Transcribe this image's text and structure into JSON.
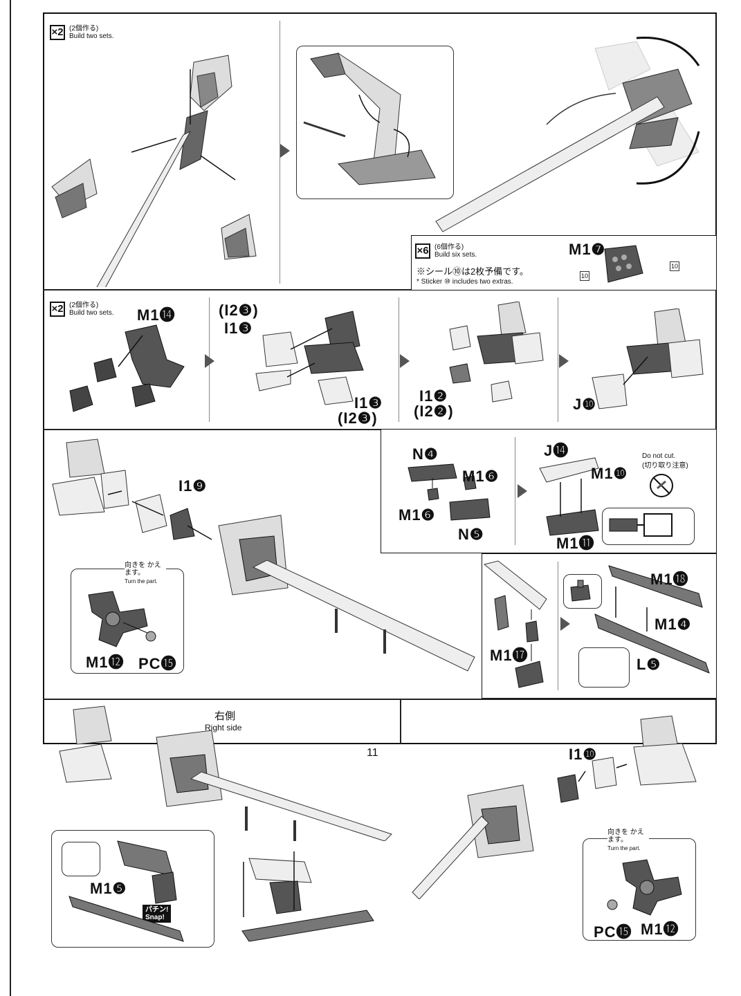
{
  "page_number": "11",
  "top_left": {
    "badge": "×2",
    "jp": "(2個作る)",
    "en": "Build two sets."
  },
  "six_sets": {
    "badge": "×6",
    "jp": "(6個作る)",
    "en": "Build six sets.",
    "sticker_jp": "※シール⑩は2枚予備です。",
    "sticker_en": "* Sticker ⑩ includes two extras.",
    "part": "M1❼",
    "sticker_no": "10"
  },
  "row2": {
    "badge": "×2",
    "jp": "(2個作る)",
    "en": "Build two sets.",
    "part_m1_14": "M1⓮",
    "part_i2_3a": "(I2❸)",
    "part_i1_3a": "I1❸",
    "part_i1_3b": "I1❸",
    "part_i2_3b": "(I2❸)",
    "part_i1_2": "I1❷",
    "part_i2_2": "(I2❷)",
    "part_j10": "J❿"
  },
  "row3": {
    "part_i1_9": "I1❾",
    "turn_jp": "向きを かえます。",
    "turn_en": "Turn the part.",
    "part_m1_12": "M1⓬",
    "part_pc15": "PC⓯",
    "part_n4": "N❹",
    "part_m1_6a": "M1❻",
    "part_m1_6b": "M1❻",
    "part_n5": "N❺",
    "part_j14": "J⓮",
    "part_m1_10": "M1❿",
    "part_m1_11": "M1⓫",
    "do_not_cut_en": "Do not cut.",
    "do_not_cut_jp": "(切り取り注意)",
    "part_m1_18": "M1⓲",
    "part_m1_4": "M1❹",
    "part_m1_17": "M1⓱",
    "part_l5": "L❺"
  },
  "row4": {
    "right_jp": "右側",
    "right_en": "Right side",
    "part_m1_5": "M1❺",
    "snap_jp": "パチン!",
    "snap_en": "Snap!",
    "part_i1_10": "I1❿",
    "turn_jp": "向きを かえます。",
    "turn_en": "Turn the part.",
    "part_pc15": "PC⓯",
    "part_m1_12": "M1⓬"
  }
}
